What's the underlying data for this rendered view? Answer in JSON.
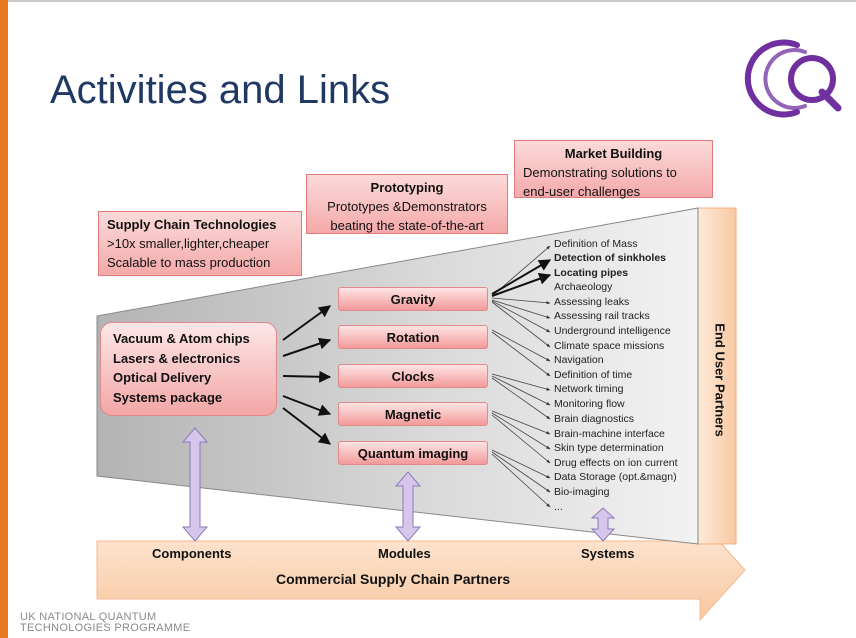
{
  "title": "Activities and Links",
  "footer": {
    "line1": "UK NATIONAL QUANTUM",
    "line2": "TECHNOLOGIES PROGRAMME"
  },
  "logo": {
    "letter": "Q",
    "color": "#7030a0"
  },
  "callouts": {
    "supply_chain": {
      "heading": "Supply Chain Technologies",
      "line1": ">10x smaller,lighter,cheaper",
      "line2": "Scalable to mass production"
    },
    "prototyping": {
      "heading": "Prototyping",
      "line1": "Prototypes &Demonstrators",
      "line2": "beating the state-of-the-art"
    },
    "market_building": {
      "heading": "Market Building",
      "line1": "Demonstrating solutions to",
      "line2": "end-user challenges"
    }
  },
  "technologies": [
    "Vacuum & Atom chips",
    "Lasers & electronics",
    "Optical Delivery",
    "Systems package"
  ],
  "modules": [
    "Gravity",
    "Rotation",
    "Clocks",
    "Magnetic",
    "Quantum imaging"
  ],
  "applications": [
    {
      "text": "Definition of Mass",
      "bold": false
    },
    {
      "text": "Detection of sinkholes",
      "bold": true
    },
    {
      "text": "Locating pipes",
      "bold": true
    },
    {
      "text": "Archaeology",
      "bold": false
    },
    {
      "text": "Assessing leaks",
      "bold": false
    },
    {
      "text": "Assessing rail tracks",
      "bold": false
    },
    {
      "text": "Underground intelligence",
      "bold": false
    },
    {
      "text": "Climate space missions",
      "bold": false
    },
    {
      "text": "Navigation",
      "bold": false
    },
    {
      "text": "Definition of time",
      "bold": false
    },
    {
      "text": "Network timing",
      "bold": false
    },
    {
      "text": "Monitoring flow",
      "bold": false
    },
    {
      "text": "Brain diagnostics",
      "bold": false
    },
    {
      "text": "Brain-machine interface",
      "bold": false
    },
    {
      "text": "Skin type determination",
      "bold": false
    },
    {
      "text": "Drug effects on ion current",
      "bold": false
    },
    {
      "text": "Data Storage (opt.&magn)",
      "bold": false
    },
    {
      "text": "Bio-imaging",
      "bold": false
    },
    {
      "text": "...",
      "bold": false
    }
  ],
  "end_user_partners": "End User Partners",
  "bottom_arrow": {
    "components": "Components",
    "modules": "Modules",
    "systems": "Systems",
    "label": "Commercial Supply Chain Partners"
  },
  "colors": {
    "accent": "#e87722",
    "title": "#1f3864",
    "callout_fill": "#f5a9a9",
    "arrow_fill": "#fbd5b5",
    "link_arrow": "#c9b8e0"
  }
}
